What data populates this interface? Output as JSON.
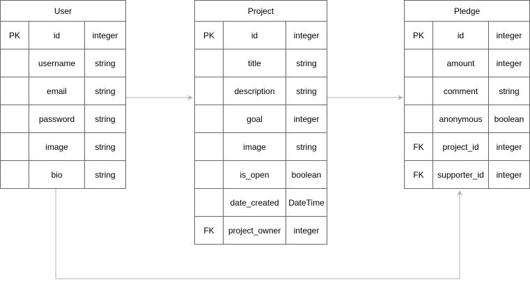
{
  "entities": {
    "user": {
      "title": "User",
      "rows": [
        {
          "key": "PK",
          "name": "id",
          "type": "integer"
        },
        {
          "key": "",
          "name": "username",
          "type": "string"
        },
        {
          "key": "",
          "name": "email",
          "type": "string"
        },
        {
          "key": "",
          "name": "password",
          "type": "string"
        },
        {
          "key": "",
          "name": "image",
          "type": "string"
        },
        {
          "key": "",
          "name": "bio",
          "type": "string"
        }
      ]
    },
    "project": {
      "title": "Project",
      "rows": [
        {
          "key": "PK",
          "name": "id",
          "type": "integer"
        },
        {
          "key": "",
          "name": "title",
          "type": "string"
        },
        {
          "key": "",
          "name": "description",
          "type": "string"
        },
        {
          "key": "",
          "name": "goal",
          "type": "integer"
        },
        {
          "key": "",
          "name": "image",
          "type": "string"
        },
        {
          "key": "",
          "name": "is_open",
          "type": "boolean"
        },
        {
          "key": "",
          "name": "date_created",
          "type": "DateTime"
        },
        {
          "key": "FK",
          "name": "project_owner",
          "type": "integer"
        }
      ]
    },
    "pledge": {
      "title": "Pledge",
      "rows": [
        {
          "key": "PK",
          "name": "id",
          "type": "integer"
        },
        {
          "key": "",
          "name": "amount",
          "type": "integer"
        },
        {
          "key": "",
          "name": "comment",
          "type": "string"
        },
        {
          "key": "",
          "name": "anonymous",
          "type": "boolean"
        },
        {
          "key": "FK",
          "name": "project_id",
          "type": "integer"
        },
        {
          "key": "FK",
          "name": "supporter_id",
          "type": "integer"
        }
      ]
    }
  },
  "colors": {
    "border": "#666666",
    "connector": "#b3b3b3",
    "text": "#000000",
    "background": "#ffffff"
  }
}
